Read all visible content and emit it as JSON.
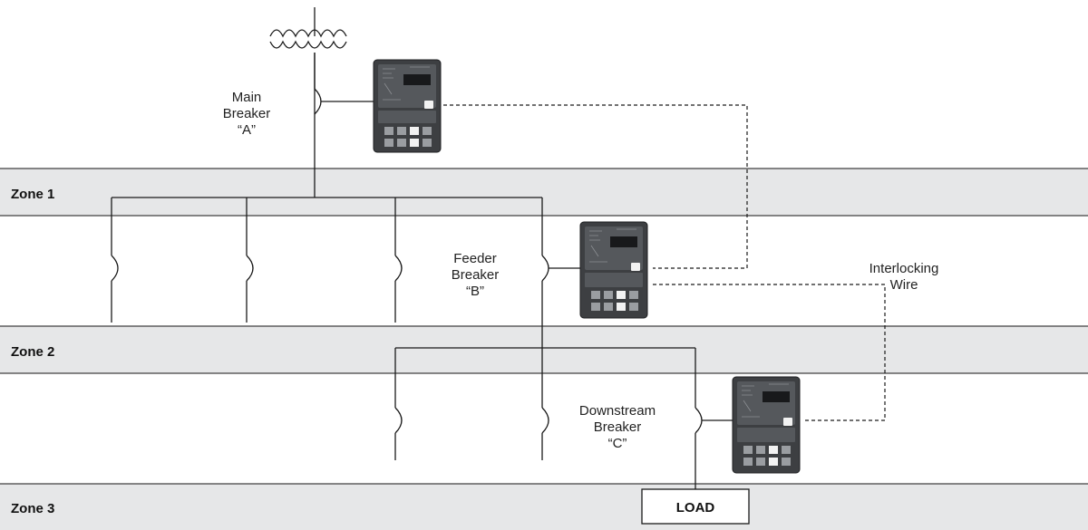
{
  "zones": [
    {
      "id": "zone-1",
      "label": "Zone 1"
    },
    {
      "id": "zone-2",
      "label": "Zone 2"
    },
    {
      "id": "zone-3",
      "label": "Zone 3"
    }
  ],
  "breakers": {
    "main": {
      "line1": "Main",
      "line2": "Breaker",
      "line3": "“A”"
    },
    "feeder": {
      "line1": "Feeder",
      "line2": "Breaker",
      "line3": "“B”"
    },
    "downstream": {
      "line1": "Downstream",
      "line2": "Breaker",
      "line3": "“C”"
    }
  },
  "interlocking_wire": {
    "line1": "Interlocking",
    "line2": "Wire"
  },
  "load": {
    "label": "LOAD"
  },
  "icons": {
    "source": "transformer-coil-icon",
    "breaker": "circuit-breaker-arc-icon",
    "trip_unit": "trip-unit-relay-icon"
  }
}
